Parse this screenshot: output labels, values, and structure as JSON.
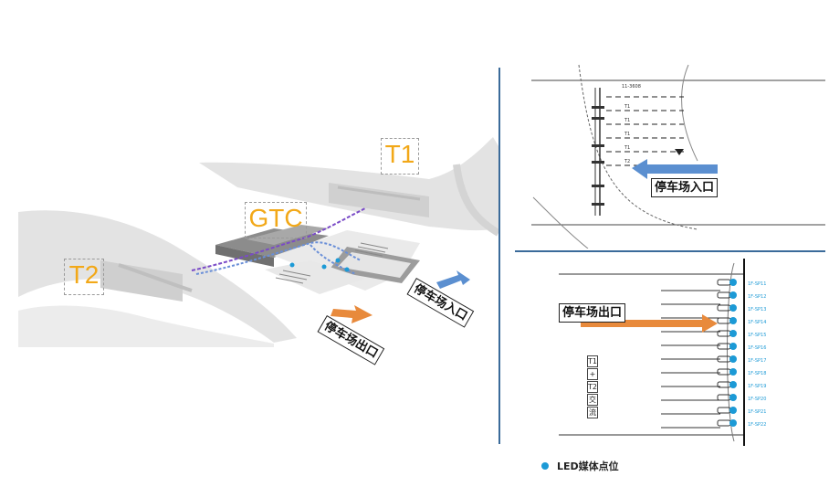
{
  "map": {
    "labels": {
      "t1": "T1",
      "t2": "T2",
      "gtc": "GTC"
    },
    "entrance_label": "停车场入口",
    "exit_label": "停车场出口"
  },
  "top_plan": {
    "entrance_label": "停车场入口",
    "lane_codes": [
      "T1",
      "T1",
      "T1",
      "T1",
      "T2"
    ],
    "top_code": "11-3608"
  },
  "bottom_plan": {
    "exit_label": "停车场出口",
    "point_labels": [
      "1F-SP11",
      "1F-SP12",
      "1F-SP13",
      "1F-SP14",
      "1F-SP15",
      "1F-SP16",
      "1F-SP17",
      "1F-SP18",
      "1F-SP19",
      "1F-SP20",
      "1F-SP21",
      "1F-SP22"
    ],
    "vertical_chars": [
      "T1",
      "+",
      "T2",
      "交",
      "流"
    ]
  },
  "legend": {
    "label": "LED媒体点位",
    "color": "#1c9ad6"
  },
  "colors": {
    "label_yellow": "#f2a818",
    "entrance_arrow": "#5b8fd0",
    "exit_arrow": "#e88a3c",
    "divider": "#3b6b9a"
  }
}
